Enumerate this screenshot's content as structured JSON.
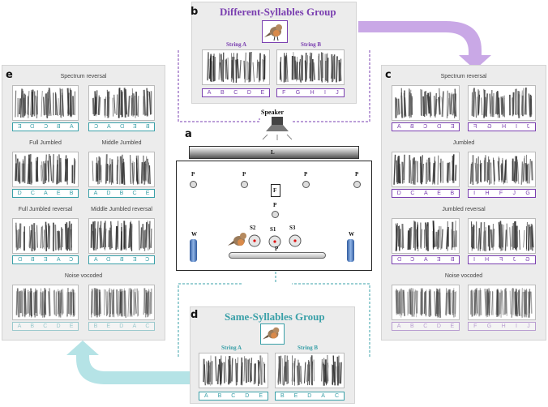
{
  "panel_b": {
    "label": "b",
    "title": "Different-Syllables Group",
    "string_a_label": "String A",
    "string_b_label": "String B",
    "string_a_letters": [
      "A",
      "B",
      "C",
      "D",
      "E"
    ],
    "string_b_letters": [
      "F",
      "G",
      "H",
      "I",
      "J"
    ]
  },
  "panel_d": {
    "label": "d",
    "title": "Same-Syllables Group",
    "string_a_label": "String A",
    "string_b_label": "String B",
    "string_a_letters": [
      "A",
      "B",
      "C",
      "D",
      "E"
    ],
    "string_b_letters": [
      "B",
      "E",
      "D",
      "A",
      "C"
    ]
  },
  "panel_a": {
    "label": "a",
    "speaker_label": "Speaker",
    "light_label": "L",
    "perch_label": "P",
    "feeder_label": "F",
    "water_label": "W",
    "s1_label": "S1",
    "s2_label": "S2",
    "s3_label": "S3"
  },
  "panel_c": {
    "label": "c",
    "captions": [
      "Spectrum reversal",
      "Jumbled",
      "Jumbled reversal",
      "Noise vocoded"
    ],
    "spectrum_reversal": {
      "left": [
        "A",
        "B",
        "C",
        "D",
        "E"
      ],
      "right": [
        "F",
        "G",
        "H",
        "I",
        "J"
      ]
    },
    "jumbled": {
      "left": [
        "D",
        "C",
        "A",
        "E",
        "B"
      ],
      "right": [
        "I",
        "H",
        "F",
        "J",
        "G"
      ]
    },
    "jumbled_reversal": {
      "left": [
        "D",
        "C",
        "A",
        "E",
        "B"
      ],
      "right": [
        "I",
        "H",
        "F",
        "J",
        "G"
      ]
    },
    "noise_vocoded": {
      "left": [
        "A",
        "B",
        "C",
        "D",
        "E"
      ],
      "right": [
        "F",
        "G",
        "H",
        "I",
        "J"
      ]
    }
  },
  "panel_e": {
    "label": "e",
    "spectrum_reversal_caption": "Spectrum reversal",
    "full_jumbled_caption": "Full Jumbled",
    "middle_jumbled_caption": "Middle Jumbled",
    "full_jumbled_reversal_caption": "Full Jumbled reversal",
    "middle_jumbled_reversal_caption": "Middle Jumbled reversal",
    "noise_vocoded_caption": "Noise vocoded",
    "spectrum_reversal": {
      "left": [
        "A",
        "B",
        "C",
        "D",
        "E"
      ],
      "right": [
        "B",
        "E",
        "D",
        "A",
        "C"
      ]
    },
    "full_jumbled": [
      "D",
      "C",
      "A",
      "E",
      "B"
    ],
    "middle_jumbled": [
      "A",
      "D",
      "B",
      "C",
      "E"
    ],
    "full_jumbled_reversal": [
      "D",
      "C",
      "A",
      "E",
      "B"
    ],
    "middle_jumbled_reversal": [
      "A",
      "D",
      "B",
      "C",
      "E"
    ],
    "noise_vocoded": {
      "left": [
        "A",
        "B",
        "C",
        "D",
        "E"
      ],
      "right": [
        "B",
        "E",
        "D",
        "A",
        "C"
      ]
    }
  },
  "colors": {
    "purple": "#7a3fb0",
    "teal": "#3aa0a8",
    "purple_arrow": "#c9a8e6",
    "teal_arrow": "#b5e3e6"
  }
}
